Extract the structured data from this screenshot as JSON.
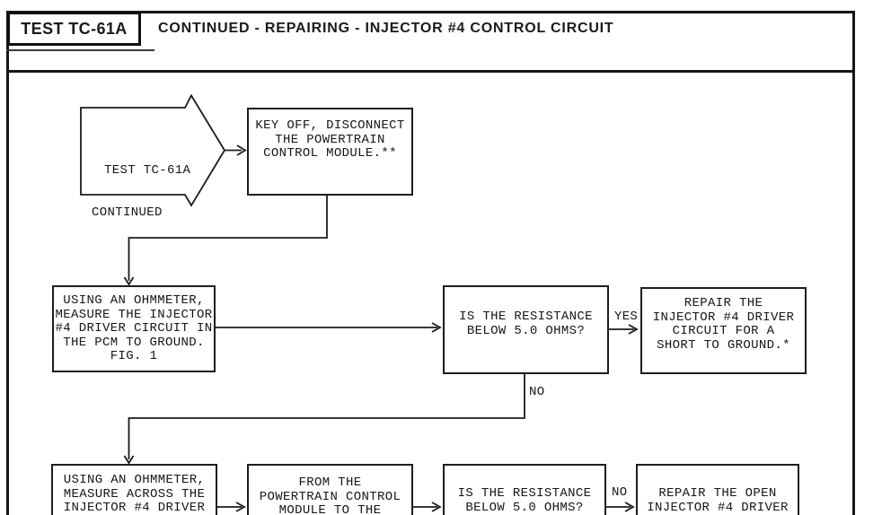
{
  "header": {
    "test_id": "TEST TC-61A",
    "title": "CONTINUED - REPAIRING - INJECTOR #4 CONTROL CIRCUIT"
  },
  "flow": {
    "start": {
      "lines": [
        "TEST TC-61A",
        "CONTINUED"
      ]
    },
    "key_off": {
      "lines": [
        "KEY OFF, DISCONNECT",
        "THE POWERTRAIN",
        "CONTROL MODULE.**"
      ]
    },
    "measure_pcm": {
      "lines": [
        "USING AN OHMMETER,",
        "MEASURE THE INJECTOR",
        "#4 DRIVER CIRCUIT IN",
        "THE PCM TO GROUND.",
        "FIG. 1"
      ]
    },
    "resistance_check_1": {
      "lines": [
        "IS THE RESISTANCE",
        "BELOW 5.0 OHMS?"
      ]
    },
    "repair_short": {
      "lines": [
        "REPAIR THE",
        "INJECTOR #4 DRIVER",
        "CIRCUIT FOR A",
        "SHORT TO GROUND.*"
      ]
    },
    "measure_across": {
      "lines": [
        "USING AN OHMMETER,",
        "MEASURE ACROSS THE",
        "INJECTOR #4 DRIVER"
      ]
    },
    "from_pcm": {
      "lines": [
        "FROM THE",
        "POWERTRAIN CONTROL",
        "MODULE TO THE"
      ]
    },
    "resistance_check_2": {
      "lines": [
        "IS THE RESISTANCE",
        "BELOW 5.0 OHMS?"
      ]
    },
    "repair_open": {
      "lines": [
        "REPAIR THE OPEN",
        "INJECTOR #4 DRIVER"
      ]
    },
    "labels": {
      "yes": "YES",
      "no_1": "NO",
      "no_2": "NO"
    }
  },
  "colors": {
    "ink": "#1a1a1a",
    "paper": "#ffffff"
  }
}
